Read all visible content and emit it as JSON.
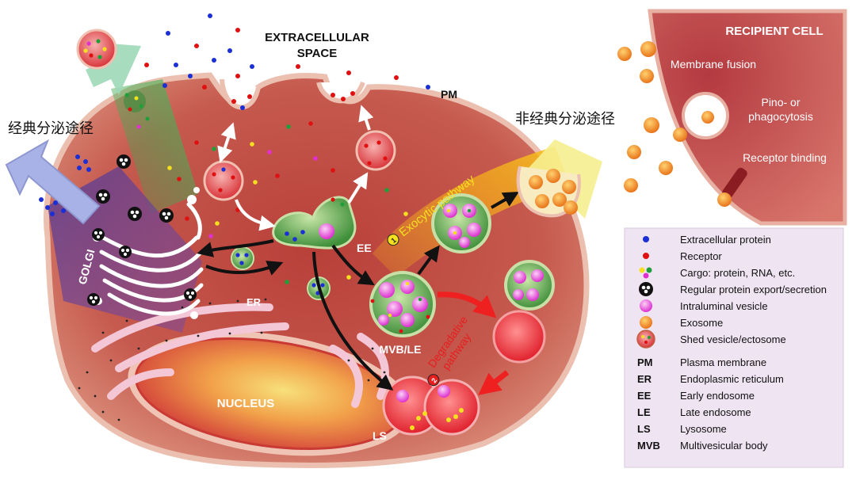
{
  "labels": {
    "extracellular_line1": "EXTRACELLULAR",
    "extracellular_line2": "SPACE",
    "pm": "PM",
    "classical_route": "经典分泌途径",
    "nonclassical_route": "非经典分泌途径",
    "golgi": "GOLGI",
    "er": "ER",
    "nucleus": "NUCLEUS",
    "ee": "EE",
    "mvb_le": "MVB/LE",
    "ls": "LS",
    "exocytic_pathway": "Exocytic pathway",
    "exocytic_number": "1",
    "degradative_line1": "Degradative",
    "degradative_line2": "pathway",
    "degradative_number": "2"
  },
  "recipient": {
    "title": "RECIPIENT CELL",
    "membrane_fusion": "Membrane fusion",
    "pino_line1": "Pino- or",
    "pino_line2": "phagocytosis",
    "receptor_binding": "Receptor binding"
  },
  "legend": [
    {
      "key": "",
      "icon": "blue-dot-icon",
      "text": "Extracellular protein"
    },
    {
      "key": "",
      "icon": "red-dot-icon",
      "text": "Receptor"
    },
    {
      "key": "",
      "icon": "cargo-dots-icon",
      "text": "Cargo: protein, RNA, etc."
    },
    {
      "key": "",
      "icon": "secretion-granule-icon",
      "text": "Regular protein export/secretion"
    },
    {
      "key": "",
      "icon": "intraluminal-vesicle-icon",
      "text": "Intraluminal vesicle"
    },
    {
      "key": "",
      "icon": "exosome-icon",
      "text": "Exosome"
    },
    {
      "key": "",
      "icon": "shed-vesicle-icon",
      "text": "Shed vesicle/ectosome"
    },
    {
      "key": "PM",
      "icon": "",
      "text": "Plasma membrane"
    },
    {
      "key": "ER",
      "icon": "",
      "text": "Endoplasmic reticulum"
    },
    {
      "key": "EE",
      "icon": "",
      "text": "Early endosome"
    },
    {
      "key": "LE",
      "icon": "",
      "text": "Late endosome"
    },
    {
      "key": "LS",
      "icon": "",
      "text": "Lysosome"
    },
    {
      "key": "MVB",
      "icon": "",
      "text": "Multivesicular body"
    }
  ],
  "colors": {
    "cytoplasm": "#c95a4f",
    "membrane": "#e9b8a9",
    "extracellular_protein": "#1a2fd6",
    "receptor": "#e01010",
    "cargo_yellow": "#f5e020",
    "cargo_green": "#1f9e3a",
    "cargo_magenta": "#e030d0",
    "exosome": "#f39a1e",
    "legend_bg": "#efe4f2",
    "exocytic_band": "#f3a81c",
    "degradative_label": "#e61e1e"
  }
}
